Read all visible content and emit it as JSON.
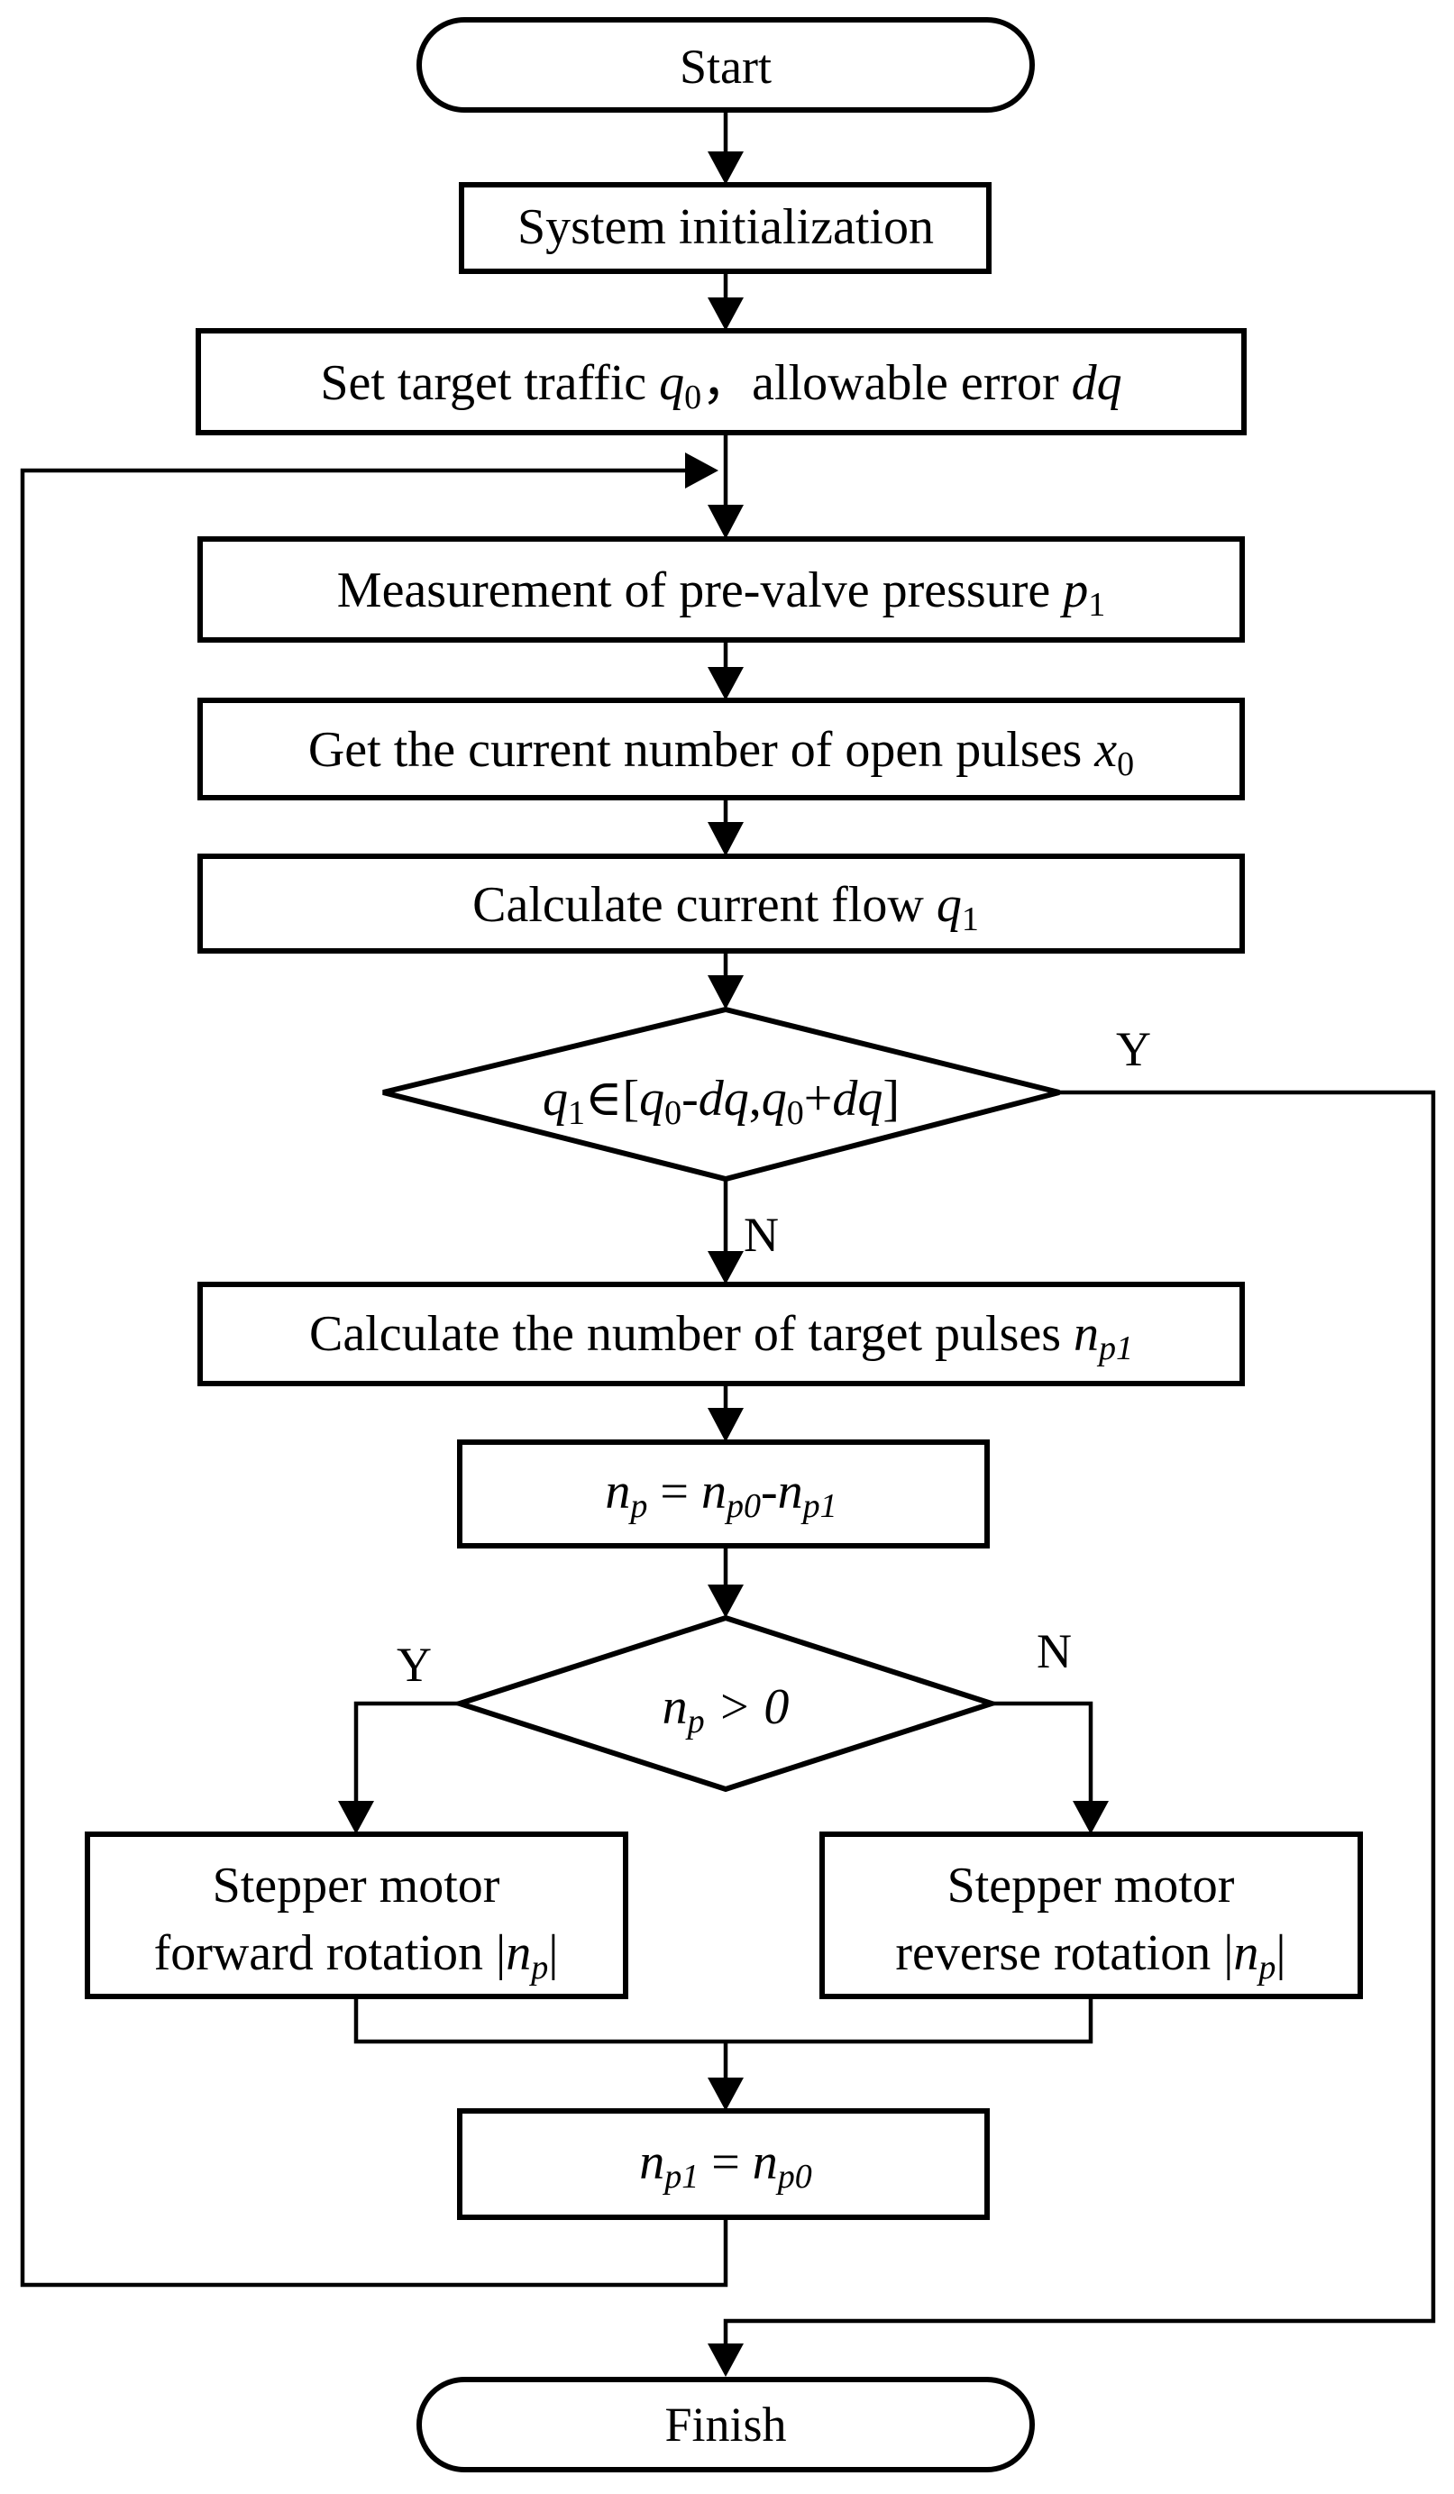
{
  "diagram": {
    "type": "flowchart",
    "nodes": {
      "start": {
        "label": "Start"
      },
      "init": {
        "label": "System initialization"
      },
      "set_target": {
        "text": "Set target traffic ",
        "q": "q",
        "q_sub": "0",
        "mid": "，allowable error ",
        "dq": "dq"
      },
      "measure_p1": {
        "text": "Measurement of pre-valve pressure ",
        "p": "p",
        "p_sub": "1"
      },
      "get_pulses": {
        "text": "Get the current number of open pulses ",
        "x": "x",
        "x_sub": "0"
      },
      "calc_flow": {
        "text": "Calculate current flow ",
        "q": "q",
        "q_sub": "1"
      },
      "decision_range": {
        "q1": "q",
        "q1_sub": "1",
        "in": "∈",
        "open": "[",
        "q0a": "q",
        "q0a_sub": "0",
        "minus": "-",
        "dq1": "dq",
        "comma": ",",
        "q0b": "q",
        "q0b_sub": "0",
        "plus": "+",
        "dq2": "dq",
        "close": "]"
      },
      "calc_target": {
        "text": "Calculate the number of target pulses ",
        "n": "n",
        "n_sub": "p1"
      },
      "compute_np": {
        "n": "n",
        "sub1": "p",
        "eq": " = ",
        "n2": "n",
        "sub2": "p0",
        "minus": "-",
        "n3": "n",
        "sub3": "p1"
      },
      "decision_sign": {
        "n": "n",
        "sub": "p",
        "rest": " > 0"
      },
      "forward": {
        "line1": "Stepper motor",
        "line2": "forward rotation ",
        "bar_open": "|",
        "n": "n",
        "sub": "p",
        "bar_close": "|"
      },
      "reverse": {
        "line1": "Stepper motor",
        "line2": "reverse rotation ",
        "bar_open": "|",
        "n": "n",
        "sub": "p",
        "bar_close": "|"
      },
      "update": {
        "n": "n",
        "sub1": "p1",
        "eq": " = ",
        "n2": "n",
        "sub2": "p0"
      },
      "finish": {
        "label": "Finish"
      }
    },
    "edge_labels": {
      "range_yes": "Y",
      "range_no": "N",
      "sign_yes": "Y",
      "sign_no": "N"
    }
  }
}
